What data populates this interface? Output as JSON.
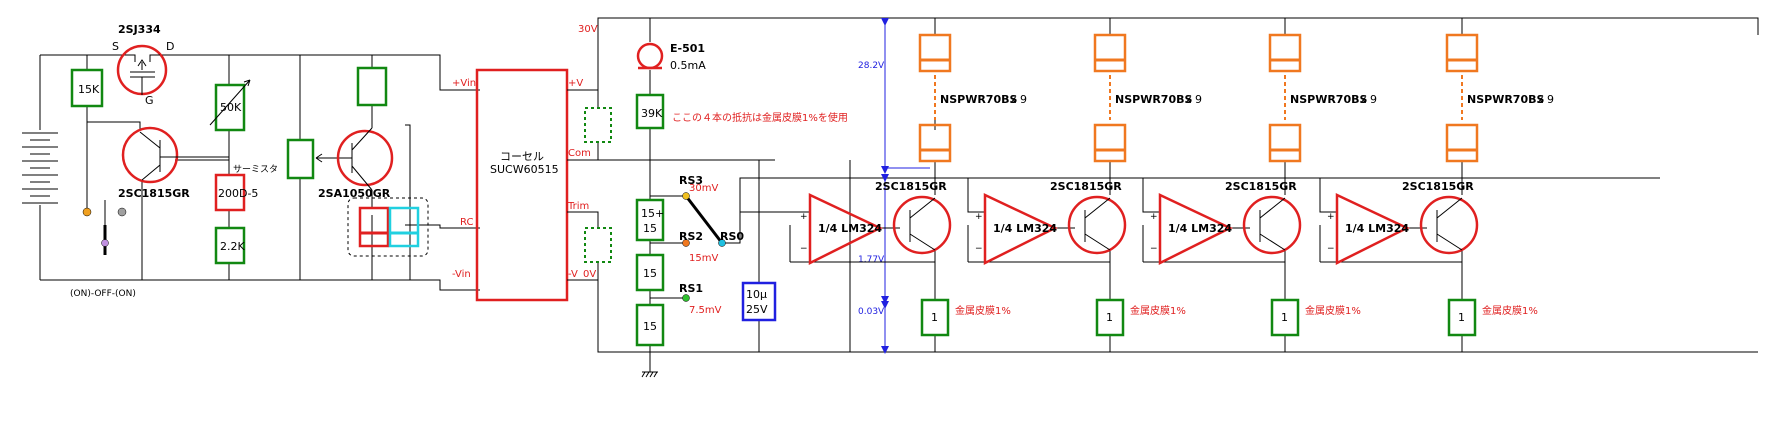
{
  "left": {
    "fet_name": "2SJ334",
    "fet_s": "S",
    "fet_d": "D",
    "fet_g": "G",
    "r15k": "15K",
    "vr50k": "50K",
    "thermistor": "サーミスタ",
    "th_value": "200D-5",
    "r2k2": "2.2K",
    "q1": "2SC1815GR",
    "q2": "2SA1050GR",
    "switch_label": "(ON)-OFF-(ON)"
  },
  "module": {
    "name": "コーセル",
    "part": "SUCW60515",
    "pin_vin_p": "+Vin",
    "pin_rc": "RC",
    "pin_vin_n": "-Vin",
    "pin_vp": "+V",
    "pin_com": "Com",
    "pin_trim": "Trim",
    "pin_vn": "-V"
  },
  "rail": {
    "v30": "30V",
    "v0": "0V",
    "v282": "28.2V",
    "v177": "1.77V",
    "v003": "0.03V"
  },
  "crd": {
    "name": "E-501",
    "current": "0.5mA"
  },
  "sense": {
    "r39k": "39K",
    "r15p": "15+",
    "r15p2": "15",
    "r15a": "15",
    "r15b": "15",
    "note": "ここの４本の抵抗は金属皮膜1%を使用",
    "rs3": "RS3",
    "rs3v": "30mV",
    "rs2": "RS2",
    "rs2v": "15mV",
    "rs1": "RS1",
    "rs1v": "7.5mV",
    "rs0": "RS0"
  },
  "cap": {
    "line1": "10μ",
    "line2": "25V"
  },
  "channels": [
    {
      "opamp": "1/4 LM324",
      "tr": "2SC1815GR",
      "led": "NSPWR70BS",
      "count": "x 9",
      "r": "1",
      "rnote": "金属皮膜1%"
    },
    {
      "opamp": "1/4 LM324",
      "tr": "2SC1815GR",
      "led": "NSPWR70BS",
      "count": "x 9",
      "r": "1",
      "rnote": "金属皮膜1%"
    },
    {
      "opamp": "1/4 LM324",
      "tr": "2SC1815GR",
      "led": "NSPWR70BS",
      "count": "x 9",
      "r": "1",
      "rnote": "金属皮膜1%"
    },
    {
      "opamp": "1/4 LM324",
      "tr": "2SC1815GR",
      "led": "NSPWR70BS",
      "count": "x 9",
      "r": "1",
      "rnote": "金属皮膜1%"
    }
  ],
  "colors": {
    "resistor": "#118811",
    "device": "#e02020",
    "led": "#f07820",
    "capacitor": "#2020e0",
    "annotation": "#2020e0"
  }
}
